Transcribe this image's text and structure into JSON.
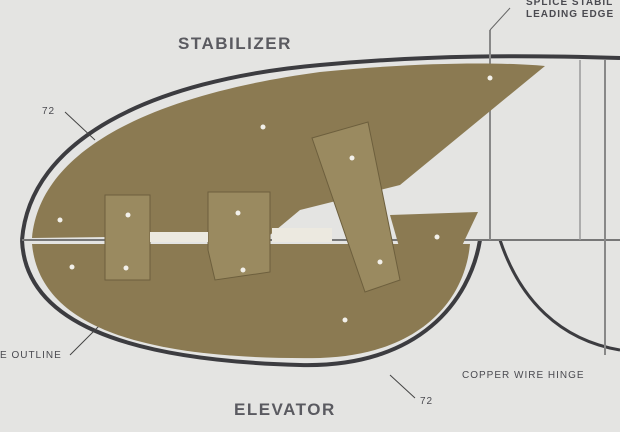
{
  "labels": {
    "stabilizer": "STABILIZER",
    "elevator": "ELEVATOR",
    "splice_line1": "SPLICE STABIL",
    "splice_line2": "LEADING EDGE",
    "part_number_top": "72",
    "part_number_bottom": "72",
    "outline": "E OUTLINE",
    "hinge": "COPPER WIRE HINGE"
  },
  "colors": {
    "paper": "#e4e4e2",
    "cardboard": "#8b7a52",
    "outline": "#3c3c40"
  }
}
